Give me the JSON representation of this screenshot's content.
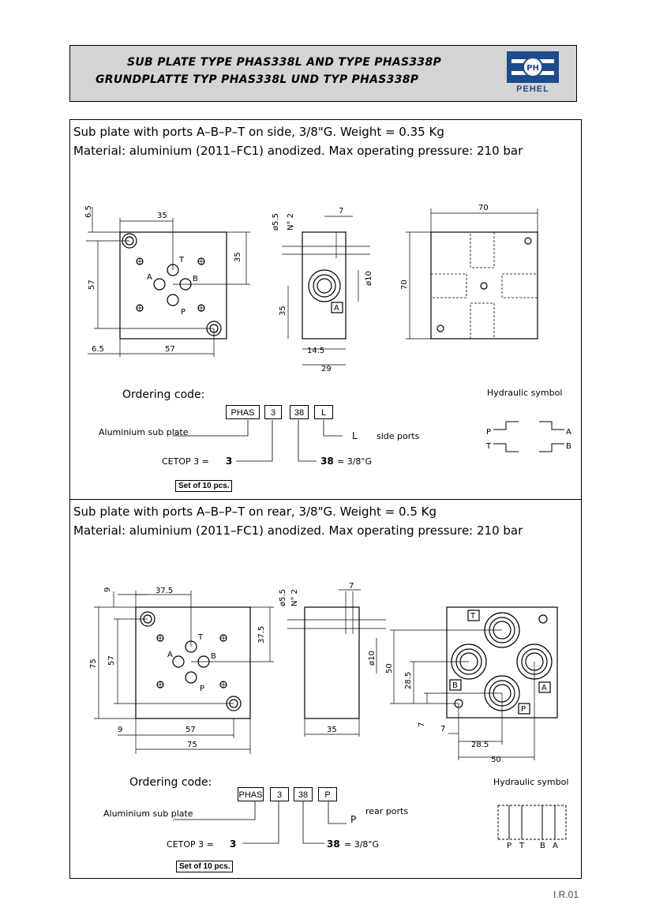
{
  "header": {
    "title_line1": "SUB PLATE TYPE PHAS338L AND TYPE PHAS338P",
    "title_line2": "GRUNDPLATTE TYP PHAS338L UND TYP PHAS338P",
    "logo_mark": "PH",
    "logo_text": "PEHEL"
  },
  "section1": {
    "desc_line1": "Sub plate with ports A–B–P–T on side, 3/8\"G. Weight = 0.35 Kg",
    "desc_line2": "Material: aluminium (2011–FC1) anodized. Max operating pressure: 210 bar",
    "dims": {
      "top_6_5": "6.5",
      "w35": "35",
      "h35": "35",
      "h57": "57",
      "b6_5": "6.5",
      "b57": "57",
      "dia5_5": "ø5.5",
      "n2": "N° 2",
      "w7": "7",
      "dia10": "ø10",
      "s35": "35",
      "w14_5": "14.5",
      "w29": "29",
      "w70": "70",
      "h70": "70"
    },
    "ports": {
      "a": "A",
      "b": "B",
      "p": "P",
      "t": "T",
      "port_tag": "A"
    },
    "ordering_title": "Ordering code:",
    "codes": [
      "PHAS",
      "3",
      "38",
      "L"
    ],
    "aluminium": "Aluminium sub plate",
    "cetop_label": "CETOP 3 =",
    "cetop_value": "3",
    "thread_value": "38",
    "thread_text": "= 3/8\"G",
    "variant_letter": "L",
    "variant_text": "side ports",
    "set": "Set of 10 pcs.",
    "hydraulic": "Hydraulic symbol",
    "hyd_ports": {
      "p": "P",
      "t": "T",
      "a": "A",
      "b": "B"
    }
  },
  "section2": {
    "desc_line1": "Sub plate with ports A–B–P–T on rear, 3/8\"G. Weight = 0.5 Kg",
    "desc_line2": "Material: aluminium (2011–FC1) anodized. Max operating pressure: 210 bar",
    "dims": {
      "top9": "9",
      "w37_5": "37.5",
      "h37_5": "37.5",
      "h75": "75",
      "h57": "57",
      "b9": "9",
      "b57": "57",
      "b75": "75",
      "dia5_5": "ø5.5",
      "n2": "N° 2",
      "w7": "7",
      "dia10": "ø10",
      "w35": "35",
      "h50": "50",
      "h28_5": "28.5",
      "h7": "7",
      "w7b": "7",
      "w28_5": "28.5",
      "w50": "50"
    },
    "ports": {
      "a": "A",
      "b": "B",
      "p": "P",
      "t": "T",
      "tag_t": "T",
      "tag_b": "B",
      "tag_a": "A",
      "tag_p": "P"
    },
    "ordering_title": "Ordering code:",
    "codes": [
      "PHAS",
      "3",
      "38",
      "P"
    ],
    "aluminium": "Aluminium sub plate",
    "cetop_label": "CETOP 3 =",
    "cetop_value": "3",
    "thread_value": "38",
    "thread_text": "= 3/8\"G",
    "variant_letter": "P",
    "variant_text": "rear ports",
    "set": "Set of 10 pcs.",
    "hydraulic": "Hydraulic symbol",
    "hyd_ports": [
      "P",
      "T",
      "B",
      "A"
    ]
  },
  "footer": {
    "ref": "I.R.01"
  },
  "colors": {
    "header_bg": "#d4d4d4",
    "logo_blue": "#1f4a8c"
  }
}
